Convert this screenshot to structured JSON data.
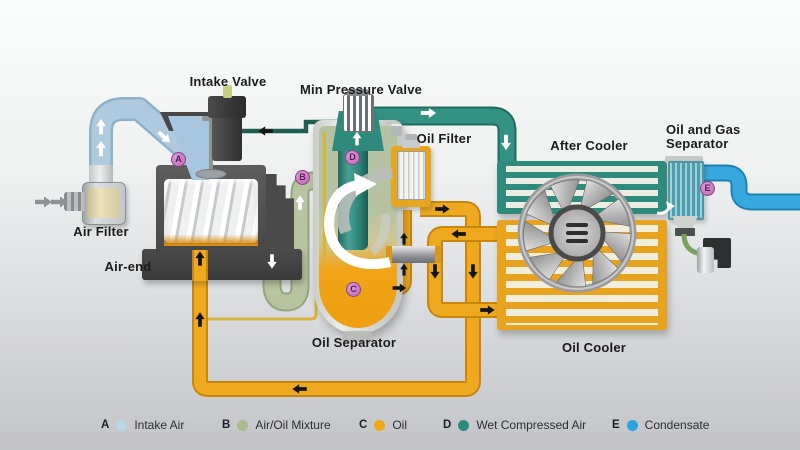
{
  "components": {
    "air_filter": "Air Filter",
    "intake_valve": "Intake Valve",
    "min_pressure_valve": "Min Pressure Valve",
    "air_end": "Air-end",
    "oil_separator": "Oil Separator",
    "oil_filter": "Oil Filter",
    "after_cooler": "After Cooler",
    "oil_gas_separator": "Oil and Gas Separator",
    "oil_cooler": "Oil Cooler"
  },
  "markers": [
    "A",
    "B",
    "C",
    "D",
    "E"
  ],
  "legend": {
    "items": [
      {
        "key": "A",
        "label": "Intake Air",
        "color": "#b9d7e6"
      },
      {
        "key": "B",
        "label": "Air/Oil Mixture",
        "color": "#a9bc8e"
      },
      {
        "key": "C",
        "label": "Oil",
        "color": "#f0a71a"
      },
      {
        "key": "D",
        "label": "Wet Compressed Air",
        "color": "#2f8a7e"
      },
      {
        "key": "E",
        "label": "Condensate",
        "color": "#2aa4de"
      }
    ]
  },
  "colors": {
    "intake_air_pipe": "#a8c6dd",
    "air_oil_mixture_pipe": "#b6c29e",
    "oil_pipe": "#efa91f",
    "wet_compressed_air_pipe": "#2f8a7e",
    "condensate_pipe": "#35a8de",
    "housing_gray": "#4a4a4a",
    "background_top": "#fbfcfc",
    "background_bottom": "#c3c4c8"
  }
}
